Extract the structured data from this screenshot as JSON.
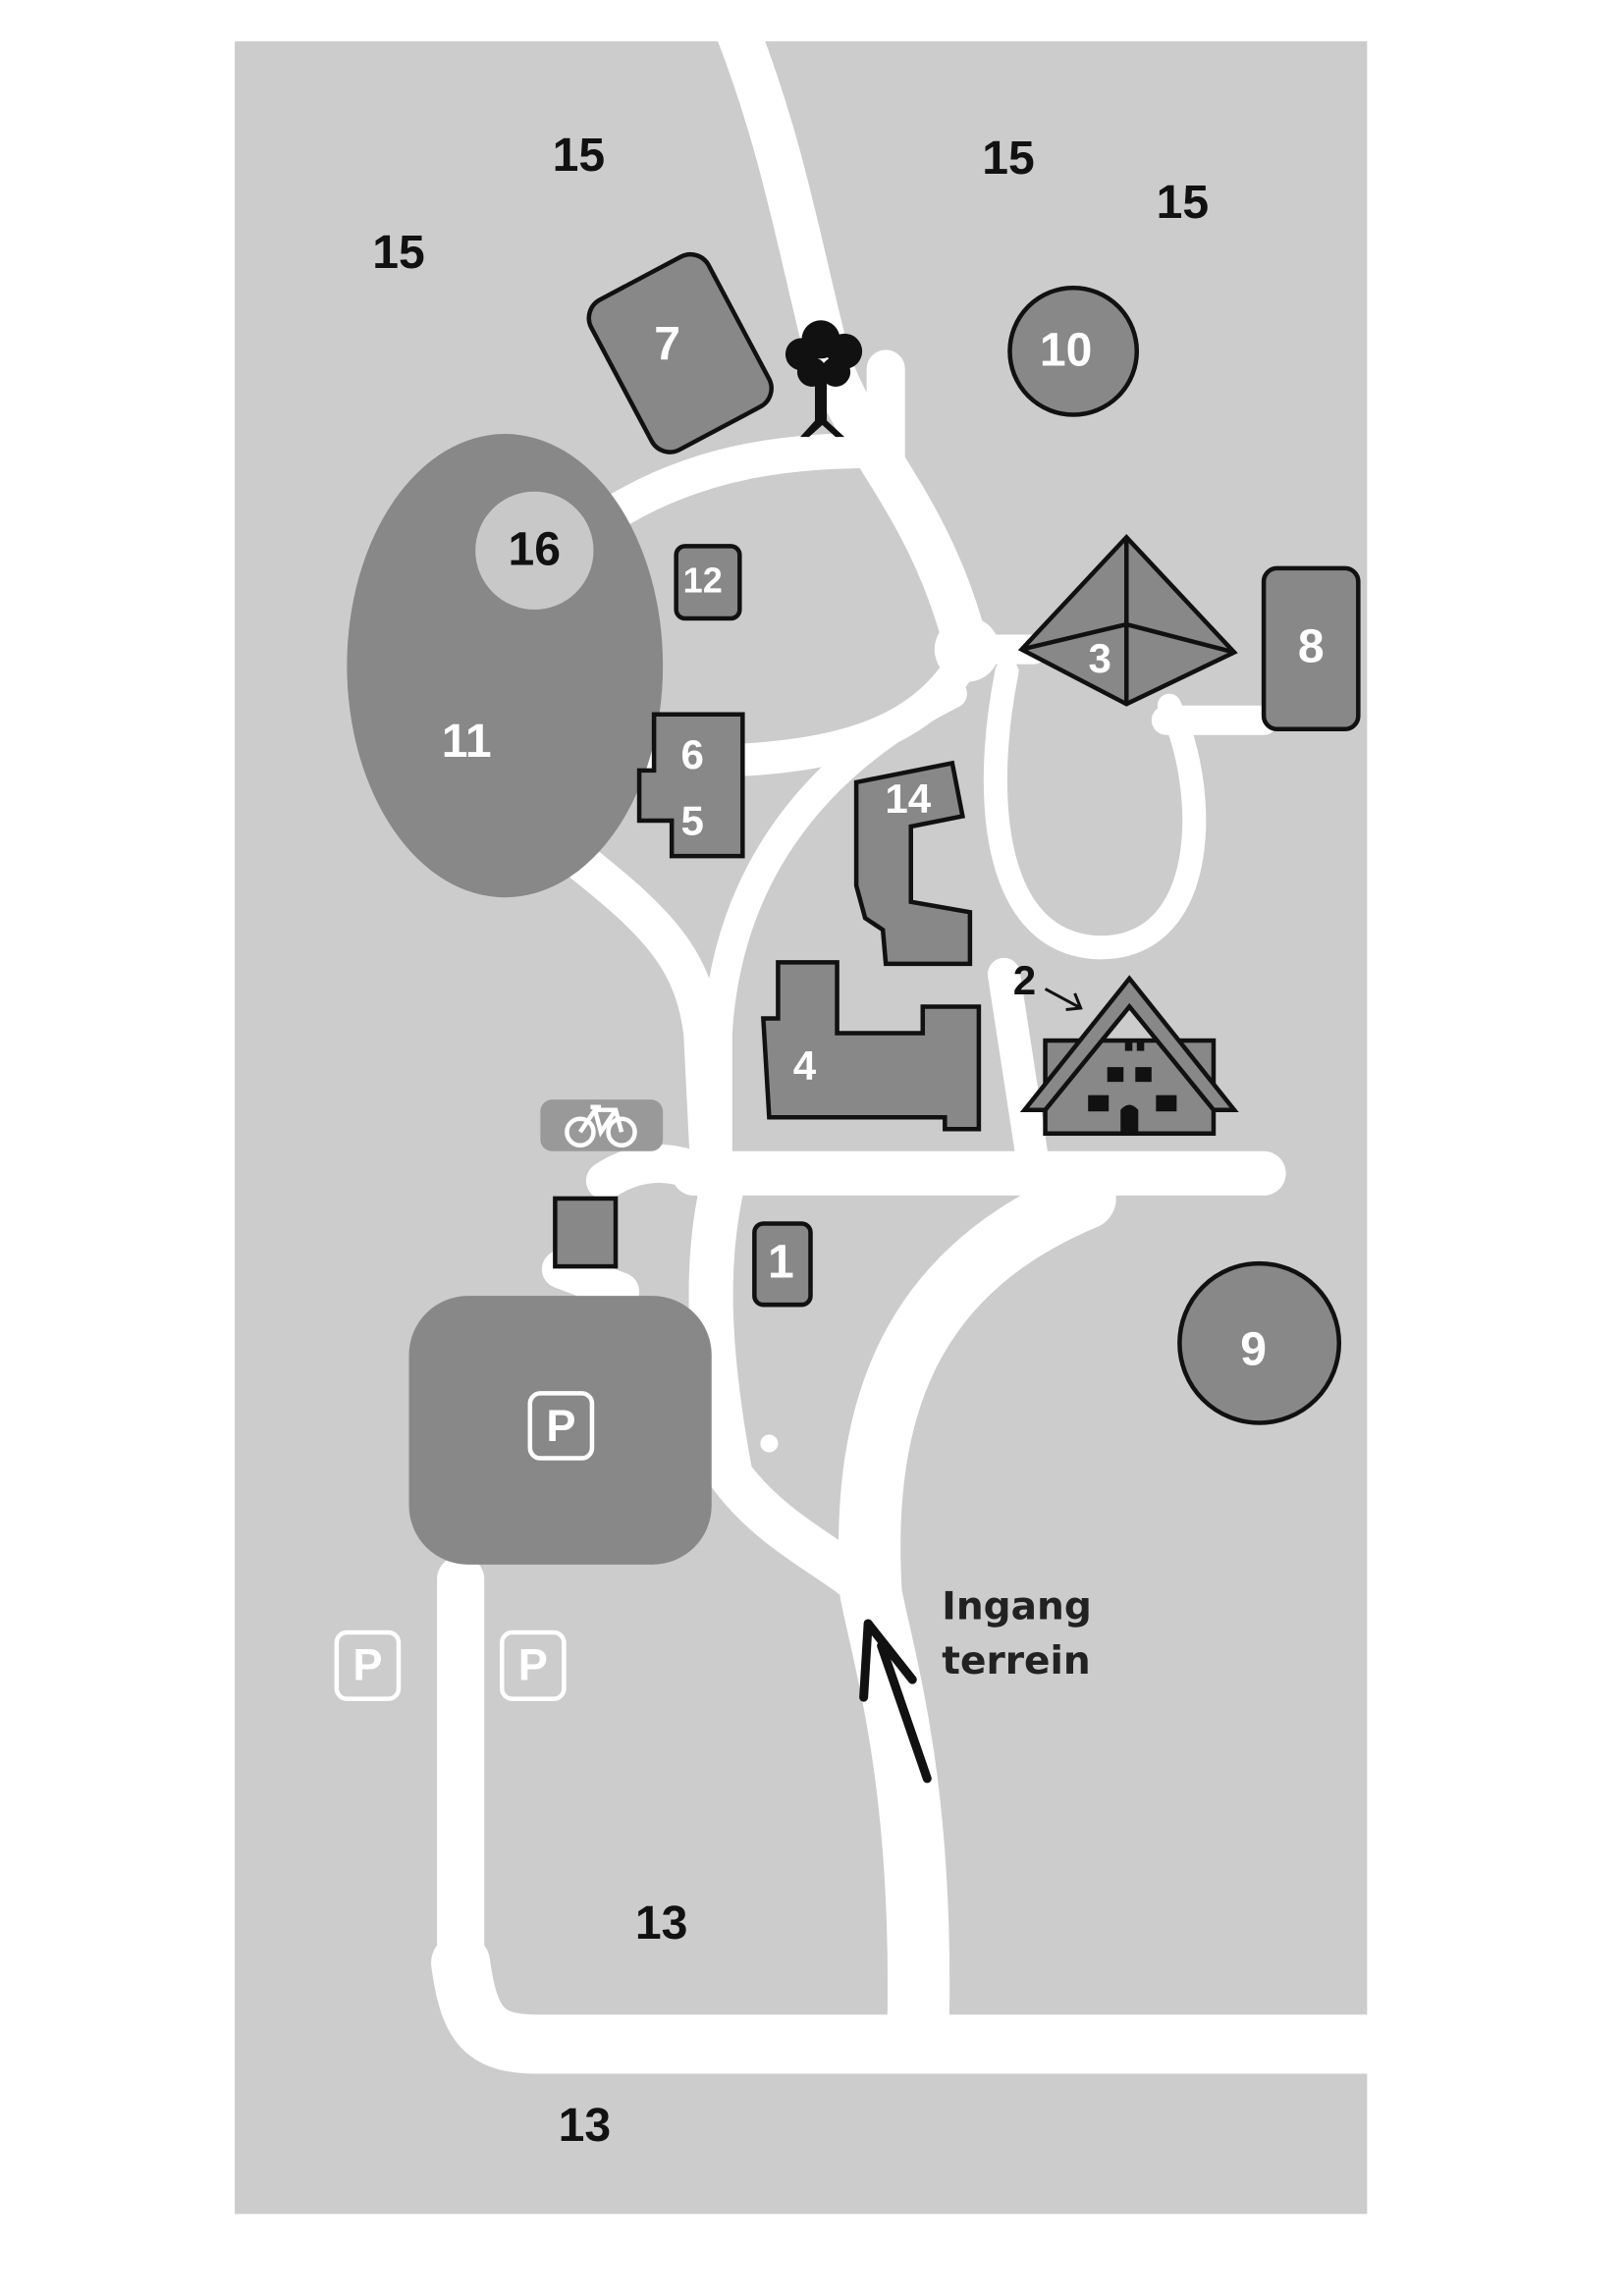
{
  "map": {
    "colors": {
      "ground": "#cccccc",
      "building": "#888888",
      "road": "#ffffff",
      "outline": "#111111",
      "pond_island": "#c8c8c8"
    },
    "labels": {
      "zone_15_a": "15",
      "zone_15_b": "15",
      "zone_15_c": "15",
      "zone_15_d": "15",
      "b1": "1",
      "b2": "2",
      "b3": "3",
      "b4": "4",
      "b5": "5",
      "b6": "6",
      "b7": "7",
      "b8": "8",
      "b9": "9",
      "b10": "10",
      "b11": "11",
      "b12": "12",
      "b14": "14",
      "b16": "16",
      "zone_13_a": "13",
      "zone_13_b": "13"
    },
    "parking_symbol": "P",
    "entrance": {
      "line1": "Ingang",
      "line2": "terrein"
    },
    "icons": [
      "tree-icon",
      "bicycle-parking-icon",
      "parking-icon",
      "arrow-up-icon",
      "house-icon",
      "pyramid-icon"
    ]
  }
}
